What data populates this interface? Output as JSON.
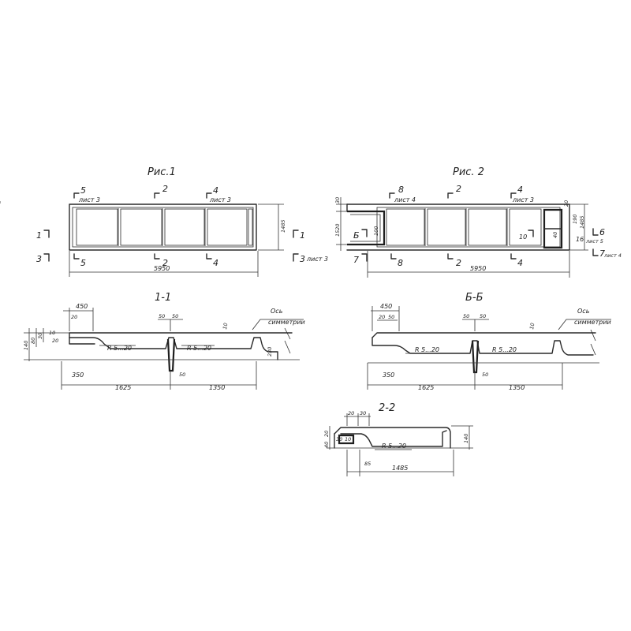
{
  "figures": {
    "fig1": {
      "title": "Рис.1",
      "cut_top_left": "5",
      "sheet_top_left": "лист 3",
      "cut_top_mid": "2",
      "cut_top_right": "4",
      "sheet_top_right": "лист 3",
      "cut_bot_left": "5",
      "cut_bot_mid": "2",
      "cut_bot_right": "4",
      "side_1_left": "1",
      "side_3_left": "3",
      "side_1_right": "1",
      "side_3_right": "3",
      "sheet_side": "лист 3",
      "len": "5950",
      "height": "1485"
    },
    "fig2": {
      "title": "Рис. 2",
      "cut_top_left": "8",
      "sheet_top_left": "лист 4",
      "cut_top_mid": "2",
      "cut_top_right": "4",
      "sheet_top_right": "лист 3",
      "cut_bot_left": "8",
      "cut_bot_mid": "2",
      "cut_bot_right": "4",
      "side_b_left": "Б",
      "side_7_left": "7",
      "side_10": "10",
      "side_6_right": "6",
      "sheet_5": "лист 5",
      "side_7_right": "7",
      "sheet_4": "лист 4",
      "side_16": "16",
      "len": "5950",
      "height_left": "1520",
      "height_right": "1485",
      "dim_small_1": "30",
      "dim_small_2": "100",
      "dim_small_3": "20",
      "dim_small_4": "190",
      "dim_small_5": "40"
    }
  },
  "sections": {
    "s11": {
      "title": "1-1",
      "axis": "Ось",
      "axis2": "симметрии",
      "top_dim": "450",
      "rib_a": "50",
      "rib_b": "50",
      "r1": "R 5...20",
      "r2": "R 5...20",
      "bot_350": "350",
      "bot_50": "50",
      "d1625": "1625",
      "d1350": "1350",
      "h140": "140",
      "h20": "20",
      "h80": "80",
      "h30": "30",
      "h230": "230",
      "h10": "10",
      "h20b": "20",
      "h10b": "10"
    },
    "s66": {
      "title": "Б-Б",
      "axis": "Ось",
      "axis2": "симметрии",
      "top_dim": "450",
      "d20": "20",
      "d50": "50",
      "rib_a": "50",
      "rib_b": "50",
      "r1": "R 5...20",
      "r2": "R 5...20",
      "bot_350": "350",
      "bot_50": "50",
      "d1625": "1625",
      "d1350": "1350",
      "h10": "10"
    },
    "s22": {
      "title": "2-2",
      "t20": "20",
      "t30": "30",
      "r1": "R 5...20",
      "h140": "140",
      "b85": "85",
      "b1485": "1485",
      "l20": "20",
      "l40": "40",
      "l30": "30",
      "l10": "10"
    }
  }
}
